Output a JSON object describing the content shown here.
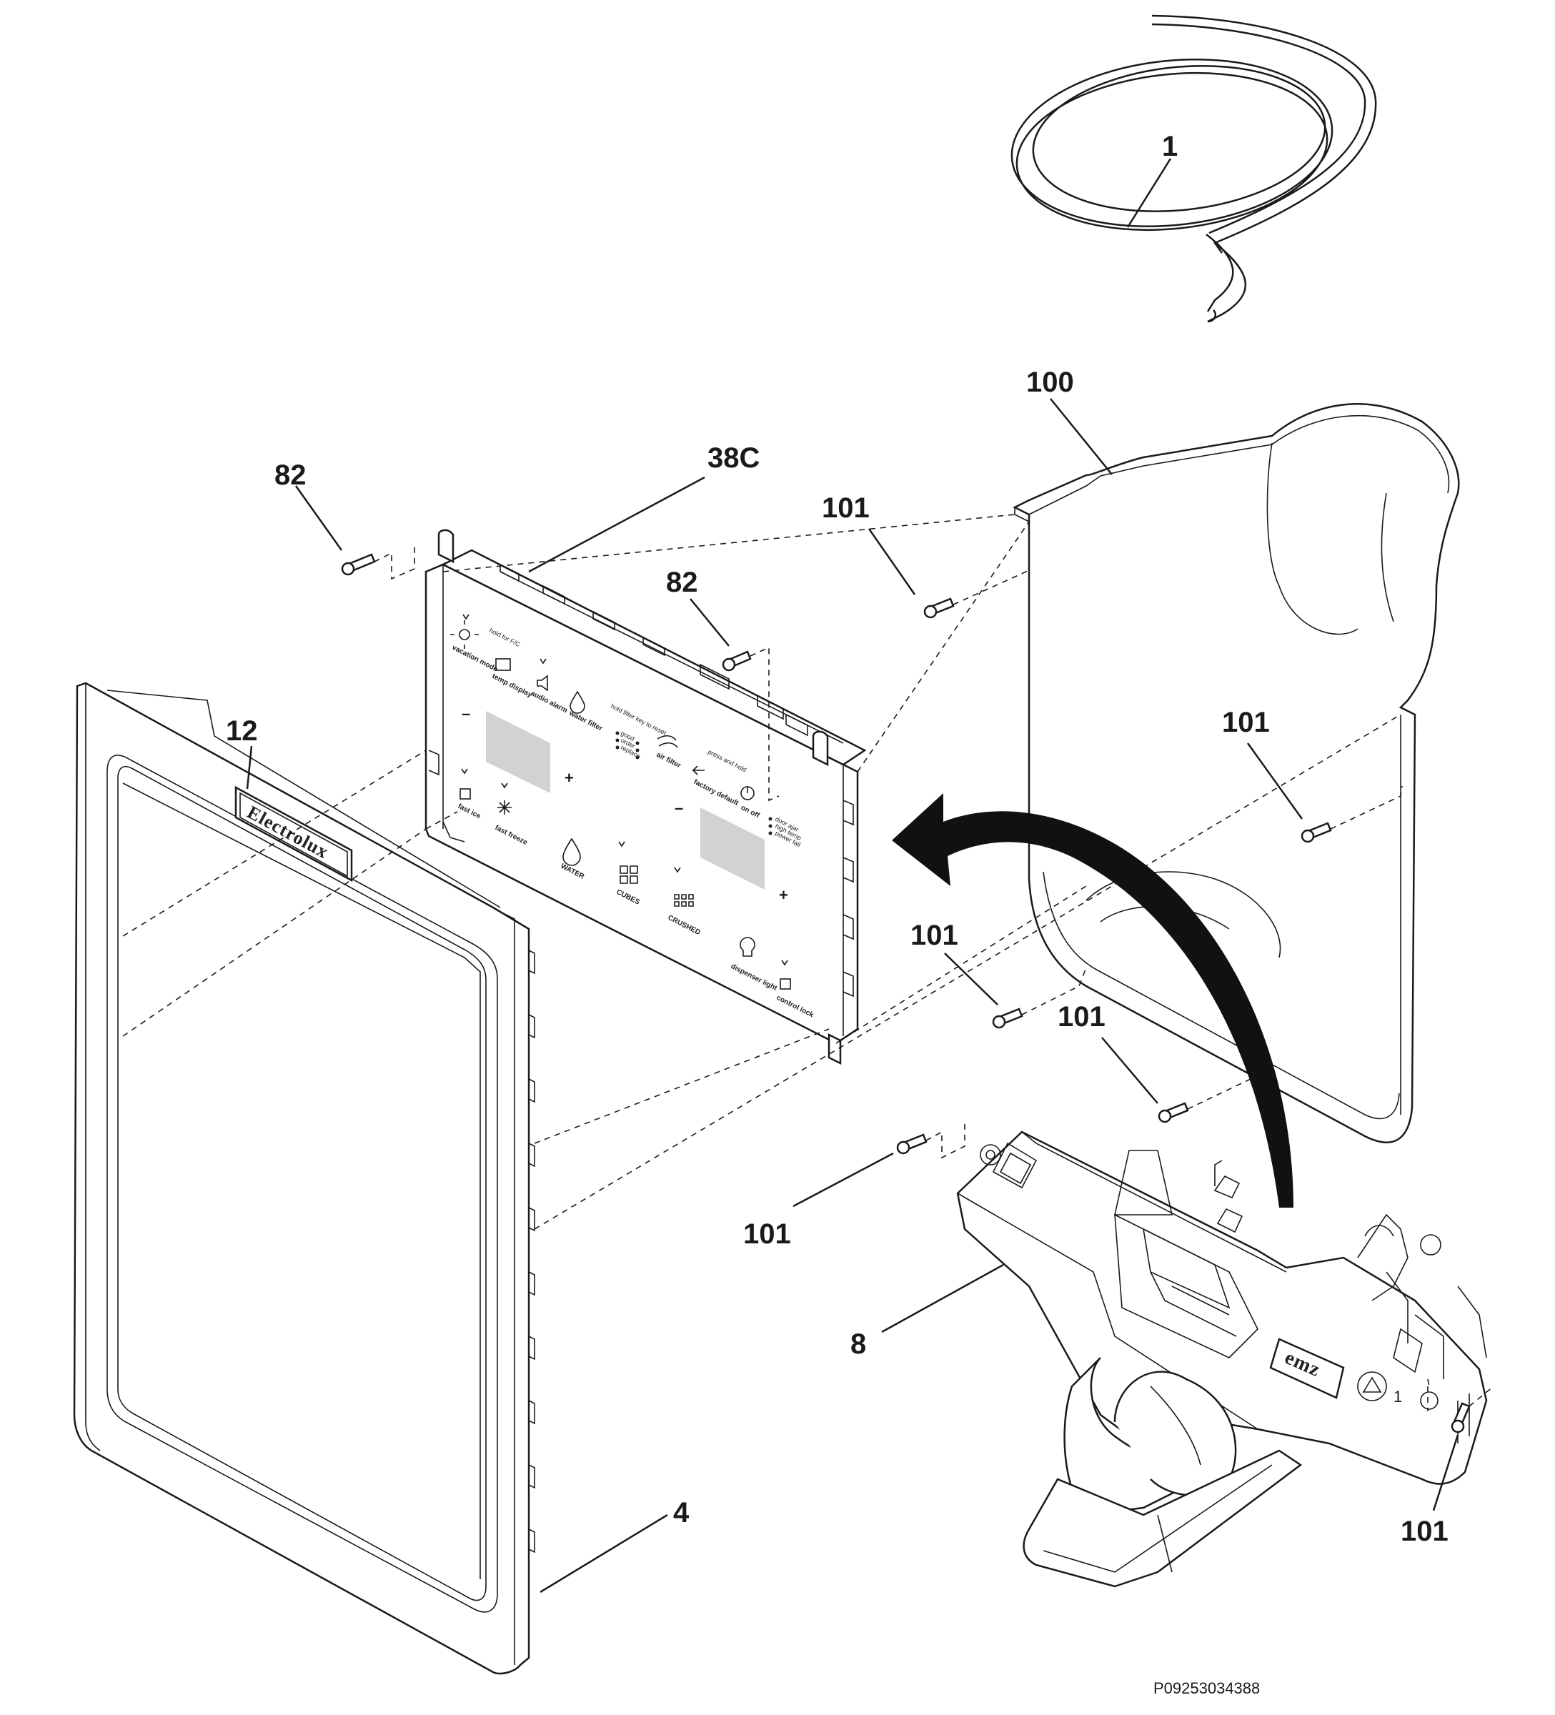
{
  "callouts": {
    "c1": "1",
    "c100": "100",
    "c38c": "38C",
    "c82a": "82",
    "c82b": "82",
    "c101a": "101",
    "c101b": "101",
    "c101c": "101",
    "c101d": "101",
    "c101e": "101",
    "c101f": "101",
    "c12": "12",
    "c4": "4",
    "c8": "8"
  },
  "drawing_code": "P09253034388",
  "brand_badge": "Electrolux",
  "dispenser_label": "emz",
  "dispenser_digit": "1",
  "panel": {
    "vacation_mode": "vacation mode",
    "hold_for_fc": "hold for F/C",
    "temp_display": "temp display",
    "audio_alarm": "audio alarm",
    "water_filter": "water filter",
    "hold_filter_key": "hold filter key to reset",
    "good": "good",
    "order": "order",
    "replace": "replace",
    "air_filter": "air filter",
    "press_and_hold": "press and hold",
    "factory_default": "factory default",
    "on_off": "on off",
    "door_ajar": "door ajar",
    "high_temp": "high temp",
    "power_fail": "power fail",
    "fast_ice": "fast ice",
    "fast_freeze": "fast freeze",
    "water": "WATER",
    "cubes": "CUBES",
    "crushed": "CRUSHED",
    "dispenser_light": "dispenser light",
    "control_lock": "control lock",
    "minus": "–",
    "plus": "+"
  }
}
